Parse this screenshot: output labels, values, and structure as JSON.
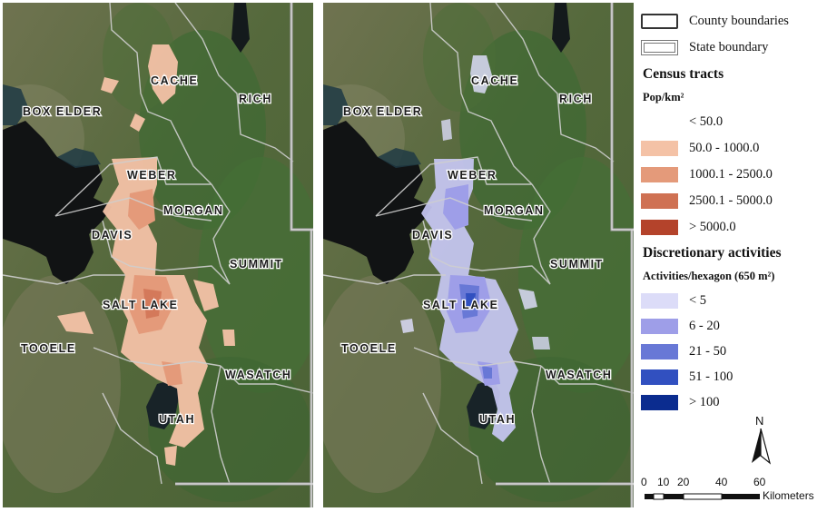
{
  "maps": {
    "left": {
      "layer": "census-tracts"
    },
    "right": {
      "layer": "discretionary-activities"
    }
  },
  "counties": [
    {
      "key": "cache",
      "name": "CACHE"
    },
    {
      "key": "rich",
      "name": "RICH"
    },
    {
      "key": "box_elder",
      "name": "BOX ELDER"
    },
    {
      "key": "weber",
      "name": "WEBER"
    },
    {
      "key": "morgan",
      "name": "MORGAN"
    },
    {
      "key": "davis",
      "name": "DAVIS"
    },
    {
      "key": "summit",
      "name": "SUMMIT"
    },
    {
      "key": "salt_lake",
      "name": "SALT LAKE"
    },
    {
      "key": "tooele",
      "name": "TOOELE"
    },
    {
      "key": "wasatch",
      "name": "WASATCH"
    },
    {
      "key": "utah",
      "name": "UTAH"
    }
  ],
  "legend": {
    "county_boundaries": "County boundaries",
    "state_boundary": "State boundary",
    "census_title": "Census tracts",
    "pop_unit": "Pop/km²",
    "pop_classes": [
      {
        "label": "< 50.0",
        "color": "#ffffff"
      },
      {
        "label": "50.0 - 1000.0",
        "color": "#f4c2a6"
      },
      {
        "label": "1000.1 - 2500.0",
        "color": "#e49a7a"
      },
      {
        "label": "2500.1 - 5000.0",
        "color": "#cf7153"
      },
      {
        "label": "> 5000.0",
        "color": "#b4432b"
      }
    ],
    "activities_title": "Discretionary activities",
    "activities_unit": "Activities/hexagon (650 m²)",
    "activity_classes": [
      {
        "label": "< 5",
        "color": "#dcdcf8"
      },
      {
        "label": "6 - 20",
        "color": "#9e9ee8"
      },
      {
        "label": "21 - 50",
        "color": "#6878d6"
      },
      {
        "label": "51 - 100",
        "color": "#3150c0"
      },
      {
        "label": "> 100",
        "color": "#0b2c8f"
      }
    ]
  },
  "north_arrow": "N",
  "scale_bar": {
    "ticks": [
      "0",
      "10",
      "20",
      "40",
      "60"
    ],
    "unit": "Kilometers"
  }
}
